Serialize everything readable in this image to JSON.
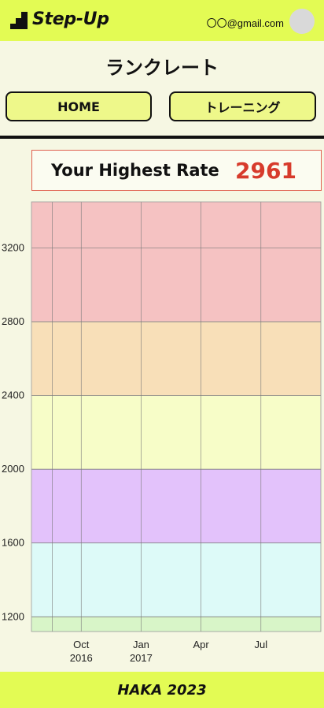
{
  "header": {
    "app_name": "Step-Up",
    "logo_icon": "stairs-icon",
    "email": "〇〇@gmail.com",
    "avatar_color": "#d9d9d9",
    "background": "#e3fb54"
  },
  "page": {
    "title": "ランクレート"
  },
  "nav": {
    "home_label": "HOME",
    "training_label": "トレーニング"
  },
  "highest_rate": {
    "label": "Your Highest Rate",
    "value": "2961",
    "value_color": "#d73b2c"
  },
  "chart_data": {
    "type": "line",
    "title": "",
    "xlabel": "",
    "ylabel": "",
    "ylim": [
      1120,
      3450
    ],
    "yticks": [
      1200,
      1600,
      2000,
      2400,
      2800,
      3200
    ],
    "xticks": [
      {
        "line1": "Oct",
        "line2": "2016",
        "t": 1.0
      },
      {
        "line1": "Jan",
        "line2": "2017",
        "t": 2.0
      },
      {
        "line1": "Apr",
        "line2": "",
        "t": 3.0
      },
      {
        "line1": "Jul",
        "line2": "",
        "t": 4.0
      }
    ],
    "xlim": [
      0.17,
      5.0
    ],
    "bands": [
      {
        "from": 1120,
        "to": 1200,
        "color": "#d8f5c8"
      },
      {
        "from": 1200,
        "to": 1600,
        "color": "#ddfaf8"
      },
      {
        "from": 1600,
        "to": 2000,
        "color": "#e3c2fb"
      },
      {
        "from": 2000,
        "to": 2400,
        "color": "#f7fdc8"
      },
      {
        "from": 2400,
        "to": 2800,
        "color": "#f8dfb8"
      },
      {
        "from": 2800,
        "to": 3450,
        "color": "#f5c2c2"
      }
    ],
    "grid": true,
    "series": []
  },
  "footer": {
    "text": "HAKA 2023"
  }
}
